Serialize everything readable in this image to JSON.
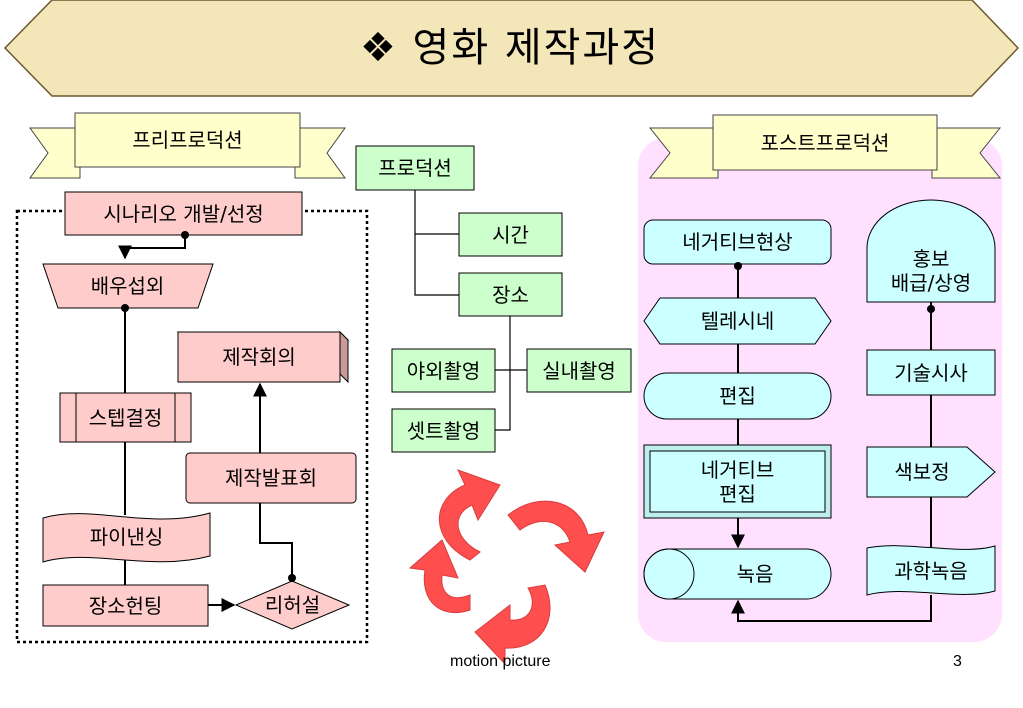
{
  "slide": {
    "title": "❖ 영화 제작과정",
    "footer_text": "motion picture",
    "page_number": "3"
  },
  "colors": {
    "banner": "#f3e6b8",
    "pink": "#ffcccc",
    "green": "#ccffcc",
    "cyan": "#ccffff",
    "post_panel": "#ffe0ff",
    "ribbon": "#ffffcc",
    "arrow_red": "#ff3333"
  },
  "pre": {
    "ribbon": "프리프로덕션",
    "scenario": "시나리오 개발/선정",
    "casting": "배우섭외",
    "meeting": "제작회의",
    "storyboard": "스텝결정",
    "presentation": "제작발표회",
    "financing": "파이낸싱",
    "location_hunting": "장소헌팅",
    "rehearsal": "리허설"
  },
  "production": {
    "root": "프로덕션",
    "time": "시간",
    "place": "장소",
    "outdoor": "야외촬영",
    "indoor": "실내촬영",
    "set": "셋트촬영"
  },
  "post": {
    "ribbon": "포스트프로덕션",
    "negative_dev": "네거티브현상",
    "telecine": "텔레시네",
    "edit": "편집",
    "negative_edit": "네거티브\n편집",
    "recording": "녹음",
    "promo": "홍보\n배급/상영",
    "tech_screening": "기술시사",
    "color_grading": "색보정",
    "sci_recording": "과학녹음"
  }
}
